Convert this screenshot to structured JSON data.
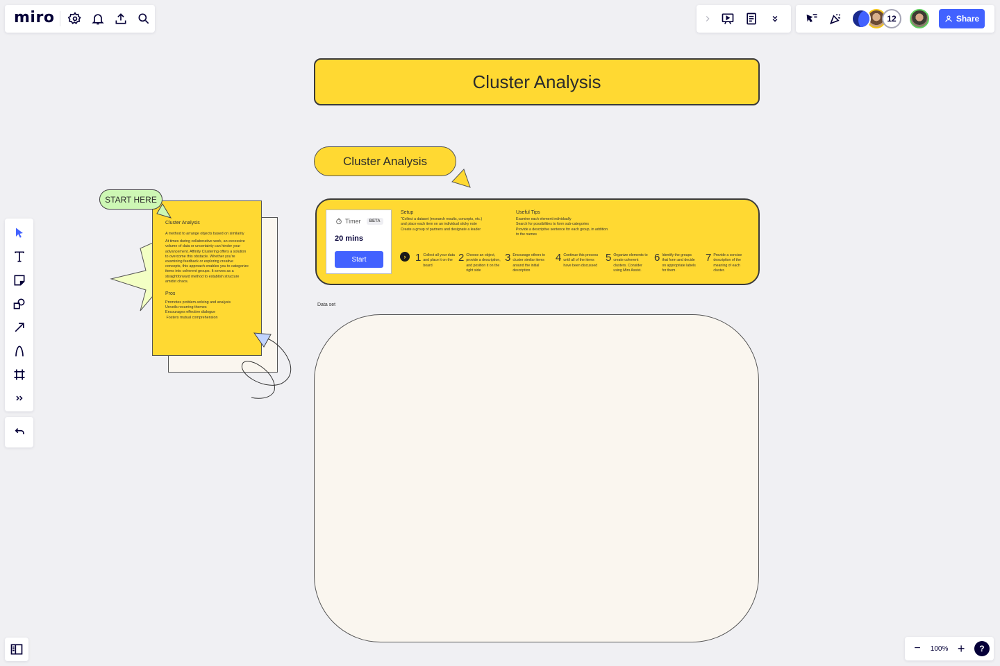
{
  "app": {
    "logo": "miro"
  },
  "top_left": {
    "icons": [
      "settings-icon",
      "bell-icon",
      "upload-icon",
      "search-icon"
    ]
  },
  "top_mid": {
    "icons": [
      "chevron-right-icon",
      "presentation-icon",
      "notes-icon",
      "double-chevron-down-icon"
    ]
  },
  "top_right": {
    "icons": [
      "cursor-filter-icon",
      "celebrate-icon"
    ],
    "collaborator_count": "12",
    "share_label": "Share"
  },
  "left_toolbar": {
    "tools": [
      "select",
      "text",
      "sticky-note",
      "shapes",
      "arrow",
      "pen",
      "frame",
      "more"
    ],
    "undo": "undo"
  },
  "zoom": {
    "minus": "−",
    "level": "100%",
    "plus": "+",
    "help": "?"
  },
  "board": {
    "title": "Cluster Analysis",
    "subtitle_pill": "Cluster Analysis",
    "start_here": "START HERE",
    "timer": {
      "label": "Timer",
      "badge": "BETA",
      "duration": "20 mins",
      "start_label": "Start"
    },
    "setup": {
      "heading": "Setup",
      "lines": [
        "\"Collect a dataset (research results, concepts, etc.)",
        "and place each item on an individual sticky note",
        "Create a group of partners and designate a leader"
      ]
    },
    "tips": {
      "heading": "Useful Tips",
      "lines": [
        "Examine each element individually",
        "Search for possibilities to form sub-categories",
        "Provide a descriptive sentence for each group, in addition",
        "to the names"
      ]
    },
    "steps": [
      {
        "num": "1",
        "text": "Collect all your data and place it on the board"
      },
      {
        "num": "2",
        "text": "Choose an object, provide a description, and position it on the right side"
      },
      {
        "num": "3",
        "text": "Encourage others to cluster similar items around the initial description"
      },
      {
        "num": "4",
        "text": "Continue this process until all of the items have been discussed"
      },
      {
        "num": "5",
        "text": "Organize elements to create coherent clusters. Consider using Miro Assist."
      },
      {
        "num": "6",
        "text": "Identify the groups that form and decide on appropriate labels for them."
      },
      {
        "num": "7",
        "text": "Provide a concise description of the meaning of each cluster."
      }
    ],
    "dataset_label": "Data set",
    "sticky": {
      "heading": "Cluster Analysis",
      "intro": "A method to arrange objects based on similarity",
      "body": "At times during collaborative work, an excessive volume of data or uncertainty can hinder your advancement. Affinity Clustering offers a solution to overcome this obstacle. Whether you're examining feedback or exploring creative concepts, this approach enables you to categorize items into coherent groups. It serves as a straightforward method to establish structure amidst chaos.",
      "pros_heading": "Pros",
      "pros": [
        "Promotes problem-solving and analysis",
        "Unveils recurring themes",
        "Encourages effective dialogue",
        " Fosters mutual comprehension"
      ]
    }
  },
  "colors": {
    "accent": "#4262ff",
    "sticky_yellow": "#ffd932",
    "start_green": "#cdf7b4",
    "canvas": "#f0f0f3",
    "dataset_bg": "#faf6ef"
  }
}
